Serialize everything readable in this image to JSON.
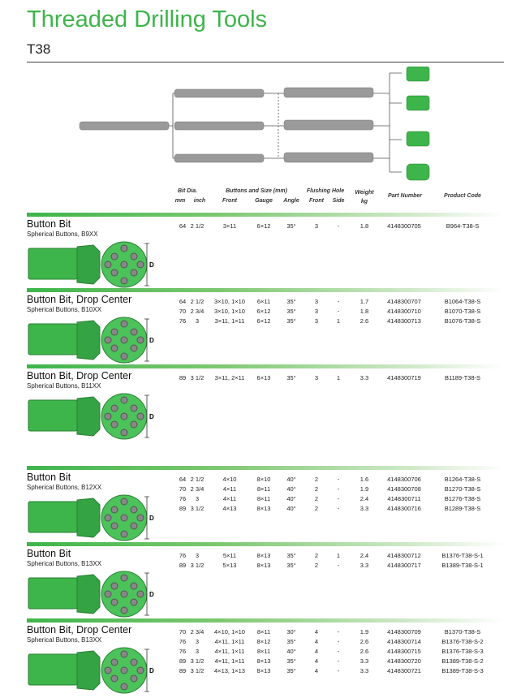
{
  "title": "Threaded Drilling Tools",
  "subtitle": "T38",
  "headers": {
    "bit_dia": "Bit Dia.",
    "mm": "mm",
    "inch": "inch",
    "buttons": "Buttons and Size (mm)",
    "front": "Front",
    "gauge": "Gauge",
    "angle": "Angle",
    "flushing": "Flushing Hole",
    "fl_front": "Front",
    "side": "Side",
    "weight": "Weight",
    "kg": "kg",
    "part": "Part Number",
    "code": "Product Code"
  },
  "dim_label": "D",
  "sections": [
    {
      "title": "Button Bit",
      "sub": "Spherical Buttons, B9XX",
      "rows": [
        [
          "64",
          "2 1/2",
          "3×11",
          "6×12",
          "35°",
          "3",
          "-",
          "1.8",
          "4148300705",
          "B964-T38-S"
        ]
      ]
    },
    {
      "title": "Button Bit, Drop Center",
      "sub": "Spherical Buttons, B10XX",
      "rows": [
        [
          "64",
          "2 1/2",
          "3×10, 1×10",
          "6×11",
          "35°",
          "3",
          "-",
          "1.7",
          "4148300707",
          "B1064-T38-S"
        ],
        [
          "70",
          "2 3/4",
          "3×10, 1×10",
          "6×12",
          "35°",
          "3",
          "-",
          "1.8",
          "4148300710",
          "B1070-T38-S"
        ],
        [
          "76",
          "3",
          "3×11, 1×11",
          "6×12",
          "35°",
          "3",
          "1",
          "2.6",
          "4148300713",
          "B1076-T38-S"
        ]
      ]
    },
    {
      "title": "Button Bit, Drop Center",
      "sub": "Spherical Buttons, B11XX",
      "rows": [
        [
          "89",
          "3 1/2",
          "3×11, 2×11",
          "6×13",
          "35°",
          "3",
          "1",
          "3.3",
          "4148300719",
          "B1189-T38-S"
        ]
      ]
    },
    {
      "title": "Button Bit",
      "sub": "Spherical Buttons, B12XX",
      "rows": [
        [
          "64",
          "2 1/2",
          "4×10",
          "8×10",
          "40°",
          "2",
          "-",
          "1.6",
          "4148300706",
          "B1264-T38-S"
        ],
        [
          "70",
          "2 3/4",
          "4×11",
          "8×11",
          "40°",
          "2",
          "-",
          "1.9",
          "4148300708",
          "B1270-T38-S"
        ],
        [
          "76",
          "3",
          "4×11",
          "8×11",
          "40°",
          "2",
          "-",
          "2.4",
          "4148300711",
          "B1276-T38-S"
        ],
        [
          "89",
          "3 1/2",
          "4×13",
          "8×13",
          "40°",
          "2",
          "-",
          "3.3",
          "4148300716",
          "B1289-T38-S"
        ]
      ]
    },
    {
      "title": "Button Bit",
      "sub": "Spherical Buttons, B13XX",
      "rows": [
        [
          "76",
          "3",
          "5×11",
          "8×13",
          "35°",
          "2",
          "1",
          "2.4",
          "4148300712",
          "B1376-T38-S-1"
        ],
        [
          "89",
          "3 1/2",
          "5×13",
          "8×13",
          "35°",
          "2",
          "-",
          "3.3",
          "4148300717",
          "B1389-T38-S-1"
        ]
      ]
    },
    {
      "title": "Button Bit, Drop Center",
      "sub": "Spherical Buttons, B13XX",
      "rows": [
        [
          "70",
          "2 3/4",
          "4×10, 1×10",
          "8×11",
          "30°",
          "4",
          "-",
          "1.9",
          "4148300709",
          "B1370-T38-S"
        ],
        [
          "76",
          "3",
          "4×11, 1×11",
          "8×12",
          "35°",
          "4",
          "-",
          "2.6",
          "4148300714",
          "B1376-T38-S-2"
        ],
        [
          "76",
          "3",
          "4×11, 1×11",
          "8×11",
          "40°",
          "4",
          "-",
          "2.6",
          "4148300715",
          "B1376-T38-S-3"
        ],
        [
          "89",
          "3 1/2",
          "4×11, 1×11",
          "8×13",
          "35°",
          "4",
          "-",
          "3.3",
          "4148300720",
          "B1389-T38-S-2"
        ],
        [
          "89",
          "3 1/2",
          "4×13, 1×13",
          "8×13",
          "35°",
          "4",
          "-",
          "3.3",
          "4148300721",
          "B1389-T38-S-3"
        ]
      ]
    }
  ]
}
